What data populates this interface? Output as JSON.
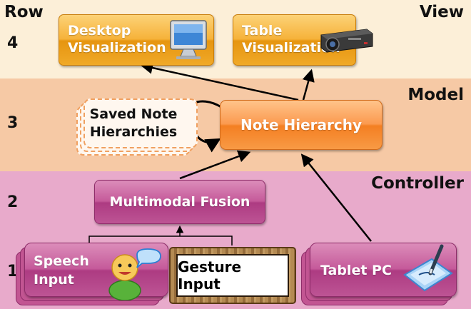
{
  "rows": {
    "header": "Row",
    "numbers": [
      "4",
      "3",
      "2",
      "1"
    ]
  },
  "layers": {
    "view": "View",
    "model": "Model",
    "controller": "Controller"
  },
  "nodes": {
    "desktop_visualization": [
      "Desktop",
      "Visualization"
    ],
    "table_visualization": [
      "Table",
      "Visualization"
    ],
    "saved_note_hierarchies": [
      "Saved Note",
      "Hierarchies"
    ],
    "note_hierarchy": "Note Hierarchy",
    "multimodal_fusion": "Multimodal Fusion",
    "speech_input": [
      "Speech",
      "Input"
    ],
    "gesture_input": "Gesture Input",
    "tablet_pc": "Tablet PC"
  },
  "colors": {
    "view_band": "#fcefd8",
    "model_band": "#f6c9a5",
    "controller_band": "#e8aacb",
    "view_node": "#f6b23a",
    "model_node": "#f47f22",
    "controller_node": "#ad3b82"
  },
  "icons": [
    "monitor-icon",
    "projector-icon",
    "person-speech-icon",
    "tablet-pen-icon"
  ]
}
